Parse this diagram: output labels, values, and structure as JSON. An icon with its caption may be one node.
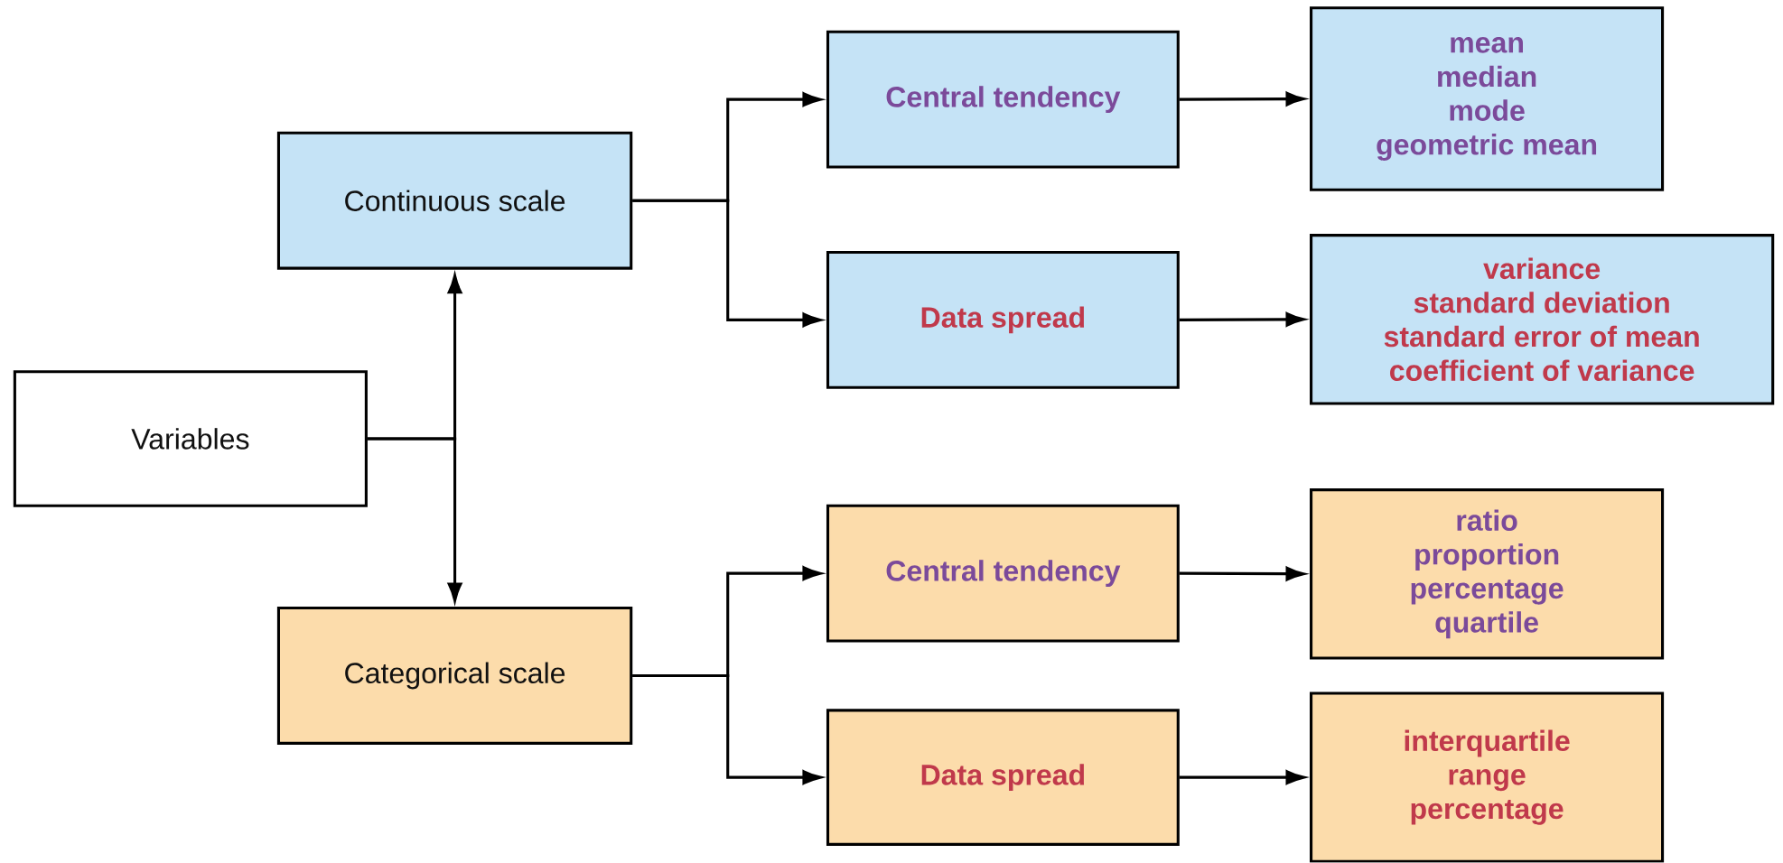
{
  "diagram": {
    "nodes": [
      {
        "text": [
          "Variables"
        ]
      },
      {
        "text": [
          "Continuous scale"
        ]
      },
      {
        "text": [
          "Categorical scale"
        ]
      },
      {
        "text": [
          "Central tendency"
        ]
      },
      {
        "text": [
          "Data spread"
        ]
      },
      {
        "text": [
          "mean",
          "median",
          "mode",
          "geometric mean"
        ]
      },
      {
        "text": [
          "variance",
          "standard deviation",
          "standard error of mean",
          "coefficient of variance"
        ]
      },
      {
        "text": [
          "Central tendency"
        ]
      },
      {
        "text": [
          "Data spread"
        ]
      },
      {
        "text": [
          "ratio",
          "proportion",
          "percentage",
          "quartile"
        ]
      },
      {
        "text": [
          "interquartile",
          "range",
          "percentage"
        ]
      }
    ],
    "edges": [
      {
        "from": 0,
        "to": 1,
        "arrow": "to"
      },
      {
        "from": 0,
        "to": 2,
        "arrow": "to"
      },
      {
        "from": 1,
        "to": 3,
        "arrow": "to"
      },
      {
        "from": 1,
        "to": 4,
        "arrow": "to"
      },
      {
        "from": 3,
        "to": 5,
        "arrow": "to"
      },
      {
        "from": 4,
        "to": 6,
        "arrow": "to"
      },
      {
        "from": 2,
        "to": 7,
        "arrow": "to"
      },
      {
        "from": 2,
        "to": 8,
        "arrow": "to"
      },
      {
        "from": 7,
        "to": 9,
        "arrow": "to"
      },
      {
        "from": 8,
        "to": 10,
        "arrow": "to"
      }
    ]
  }
}
